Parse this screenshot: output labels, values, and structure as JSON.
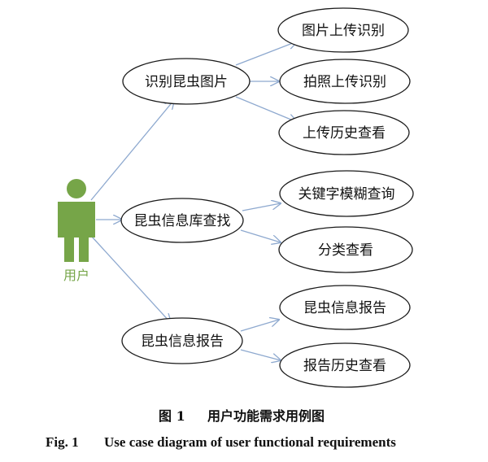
{
  "actor": {
    "label": "用户",
    "color": "#76a548"
  },
  "use_cases": {
    "main": [
      "识别昆虫图片",
      "昆虫信息库查找",
      "昆虫信息报告"
    ],
    "sub": [
      "图片上传识别",
      "拍照上传识别",
      "上传历史查看",
      "关键字模糊查询",
      "分类查看",
      "昆虫信息报告",
      "报告历史查看"
    ]
  },
  "caption": {
    "cn_number": "图 1",
    "cn_text": "用户功能需求用例图",
    "en_number": "Fig. 1",
    "en_text": "Use case diagram of user functional requirements"
  },
  "colors": {
    "arrow": "#8ea9cf",
    "outline": "#1a1a1a"
  }
}
